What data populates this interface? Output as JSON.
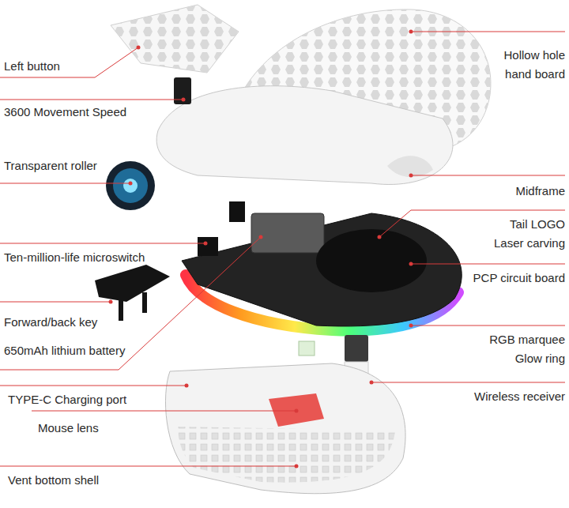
{
  "diagram": {
    "labels": [
      "Left button",
      "Hollow hole hand board",
      "3600 Movement Speed",
      "Transparent roller",
      "Midframe",
      "Tail LOGO Laser carving",
      "Ten-million-life microswitch",
      "PCP circuit board",
      "Forward/back key",
      "RGB marquee Glow ring",
      "650mAh lithium battery",
      "Wireless receiver",
      "TYPE-C Charging port",
      "Mouse lens",
      "Vent bottom shell"
    ]
  }
}
